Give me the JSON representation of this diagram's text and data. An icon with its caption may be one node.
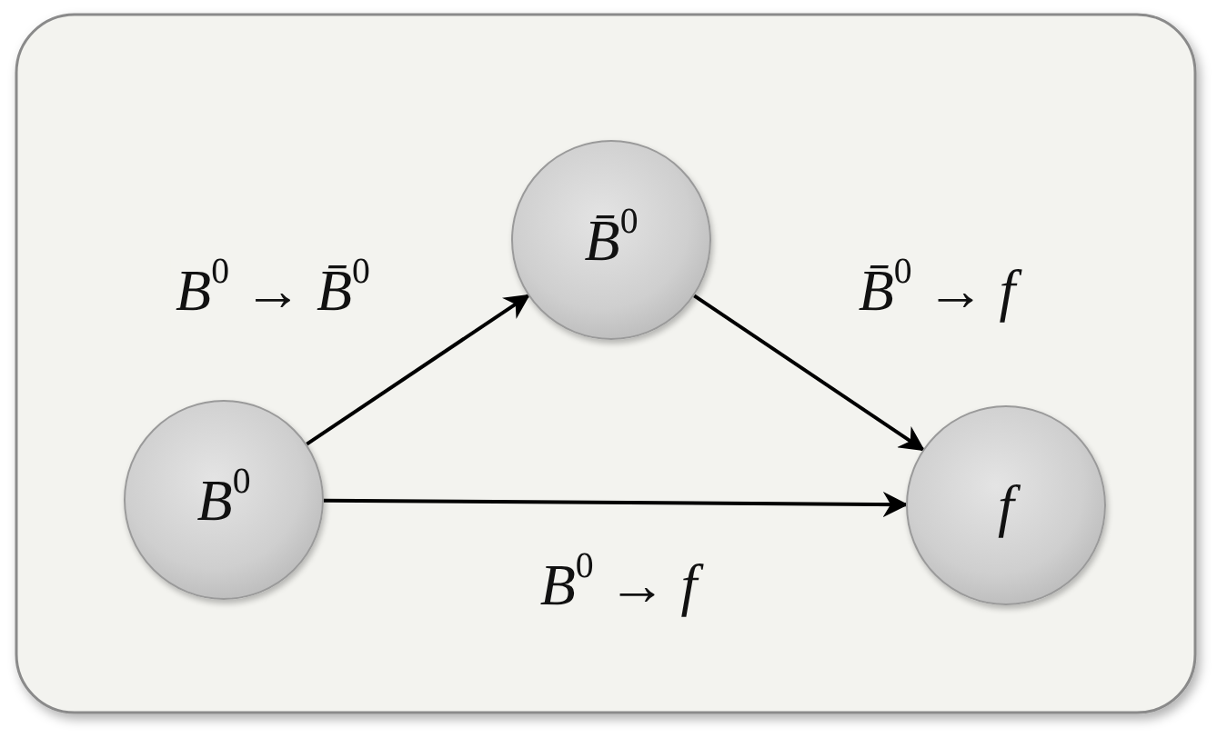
{
  "diagram": {
    "nodes": [
      {
        "text": [
          "*B*$^{0}$"
        ]
      },
      {
        "text": [
          "*B̄*$^{0}$"
        ]
      },
      {
        "text": [
          "*f*"
        ]
      }
    ],
    "edges": [
      {
        "from": 0,
        "to": 1,
        "arrow": "to",
        "label": "*B*$^{0}$ → *B̄*$^{0}$"
      },
      {
        "from": 1,
        "to": 2,
        "arrow": "to",
        "label": "*B̄*$^{0}$ → *f*"
      },
      {
        "from": 0,
        "to": 2,
        "arrow": "to",
        "label": "*B*$^{0}$ → *f*"
      }
    ]
  }
}
